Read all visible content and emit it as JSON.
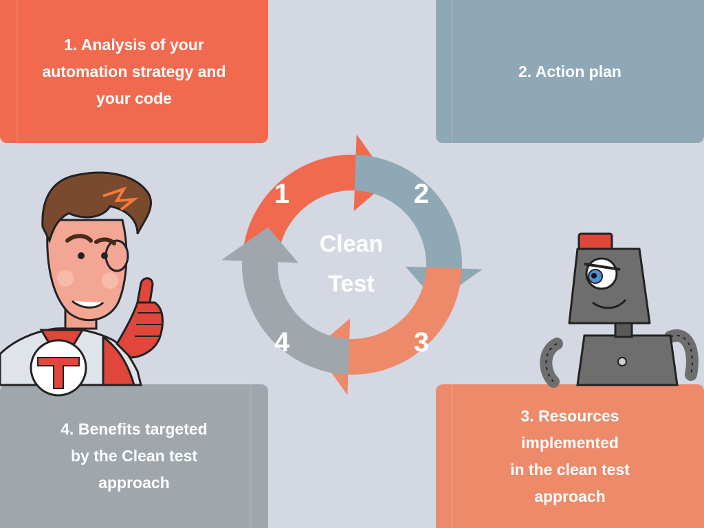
{
  "colors": {
    "background": "#d3d8e2",
    "step1": "#f16a50",
    "step2": "#8fa8b6",
    "step3": "#ec8a6a",
    "step4": "#9fa7ad"
  },
  "cards": [
    {
      "id": "card-tl",
      "text": "1. Analysis of your\nautomation strategy and\nyour code",
      "color": "#f16a50"
    },
    {
      "id": "card-tr",
      "text": "2. Action plan",
      "color": "#8fa8b6"
    },
    {
      "id": "card-br",
      "text": "3. Resources\nimplemented\nin the clean test\napproach",
      "color": "#ec8a6a"
    },
    {
      "id": "card-bl",
      "text": "4. Benefits targeted\nby the Clean test\napproach",
      "color": "#9fa7ad"
    }
  ],
  "cycle": {
    "center_line1": "Clean",
    "center_line2": "Test",
    "steps": [
      {
        "label": "1",
        "color": "#f16a50"
      },
      {
        "label": "2",
        "color": "#8fa8b6"
      },
      {
        "label": "3",
        "color": "#ec8a6a"
      },
      {
        "label": "4",
        "color": "#9fa7ad"
      }
    ]
  },
  "illustrations": {
    "left": "superhero-thumbs-up-character",
    "right": "robot-character"
  }
}
